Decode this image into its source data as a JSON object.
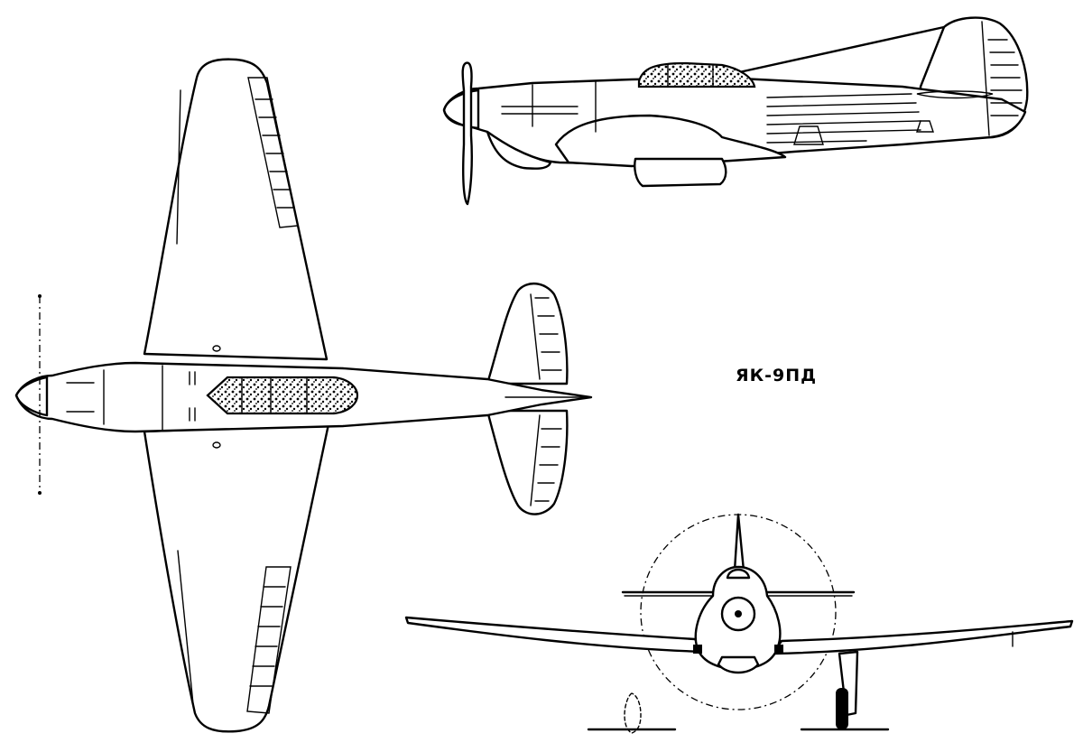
{
  "aircraft_designation": "ЯК-9ПД",
  "views": [
    "top-view",
    "side-view",
    "front-view"
  ]
}
